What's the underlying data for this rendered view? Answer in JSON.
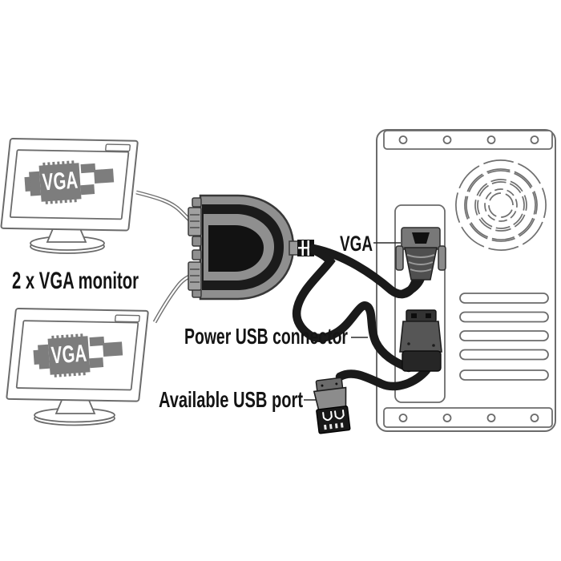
{
  "labels": {
    "monitors": "2 x VGA monitor",
    "vga_port": "VGA",
    "power_usb": "Power USB connector",
    "available_usb": "Available USB port",
    "screen_vga": "VGA"
  },
  "colors": {
    "background": "#ffffff",
    "line_art": "#6b6b6b",
    "cable_black": "#1a1a1a",
    "splitter_gray": "#8f8f8f",
    "splitter_dark": "#1b1b1b",
    "connector_gray": "#565656",
    "screen_graphic_gray": "#7d7d7d",
    "label_text": "#141414"
  }
}
